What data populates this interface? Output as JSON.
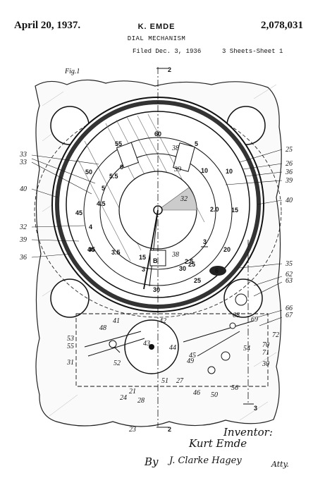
{
  "header": {
    "date": "April 20, 1937.",
    "inventor": "K. EMDE",
    "patent_number": "2,078,031",
    "title": "DIAL MECHANISM",
    "filed": "Filed Dec. 3, 1936",
    "sheet": "3 Sheets-Sheet 1"
  },
  "figure": {
    "label": "Fig.1",
    "section_marks": [
      "2",
      "2",
      "3",
      "3"
    ],
    "dial_numbers": [
      "60",
      "55",
      "5",
      "50",
      "5.5",
      "6",
      "10",
      "10",
      "45",
      "4.5",
      "5",
      "4",
      "40",
      "3.5",
      "35",
      "15",
      "2.0",
      "15",
      "20",
      "25",
      "2.5",
      "30",
      "25",
      "3",
      "30",
      "B",
      "6"
    ],
    "reference_numerals_left": [
      "33",
      "33",
      "40",
      "32",
      "39",
      "36",
      "53",
      "55",
      "31"
    ],
    "reference_numerals_right": [
      "25",
      "26",
      "36",
      "39",
      "40",
      "35",
      "62",
      "63",
      "66",
      "67",
      "72",
      "70",
      "71",
      "30"
    ],
    "reference_numerals_inner": [
      "38",
      "39",
      "32",
      "38",
      "41",
      "42",
      "43",
      "44",
      "45",
      "46",
      "48",
      "49",
      "50",
      "51",
      "52",
      "54",
      "56",
      "68",
      "69",
      "21",
      "24",
      "28",
      "27",
      "23"
    ]
  },
  "signature": {
    "inventor_label": "Inventor:",
    "inventor_name": "Kurt Emde",
    "by": "By",
    "attorney": "J. Clarke Hagey",
    "atty": "Atty."
  }
}
